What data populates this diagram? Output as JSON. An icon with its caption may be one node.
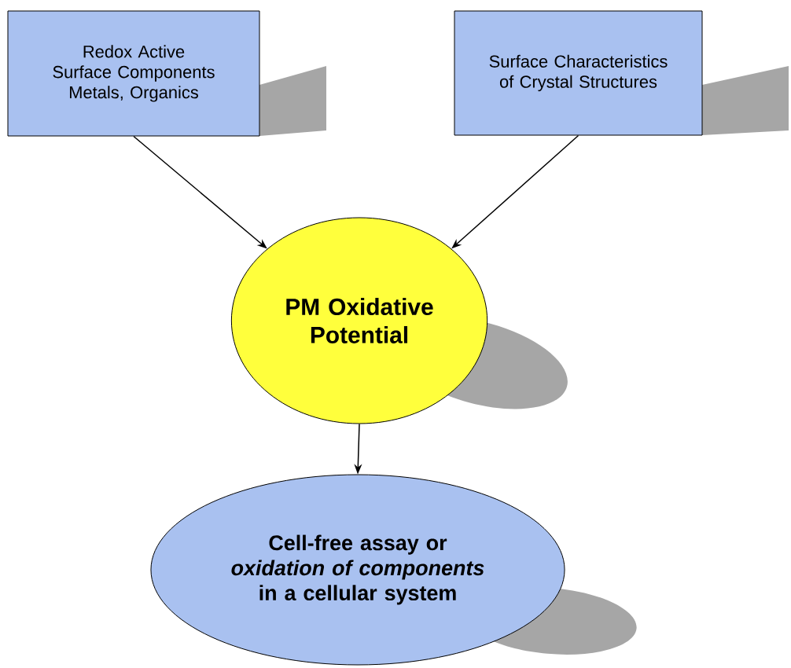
{
  "diagram": {
    "nodes": [
      {
        "text": [
          "Redox Active Surface Components Metals, Organics"
        ]
      },
      {
        "text": [
          "Surface Characteristics of Crystal Structures"
        ]
      },
      {
        "text": [
          "PM Oxidative Potential"
        ]
      },
      {
        "text": [
          "Cell-free assay or *oxidation of components* in a cellular system"
        ]
      }
    ],
    "edges": [
      {
        "from": 0,
        "to": 2,
        "arrow": "to"
      },
      {
        "from": 1,
        "to": 2,
        "arrow": "to"
      },
      {
        "from": 2,
        "to": 3,
        "arrow": "to"
      }
    ]
  }
}
